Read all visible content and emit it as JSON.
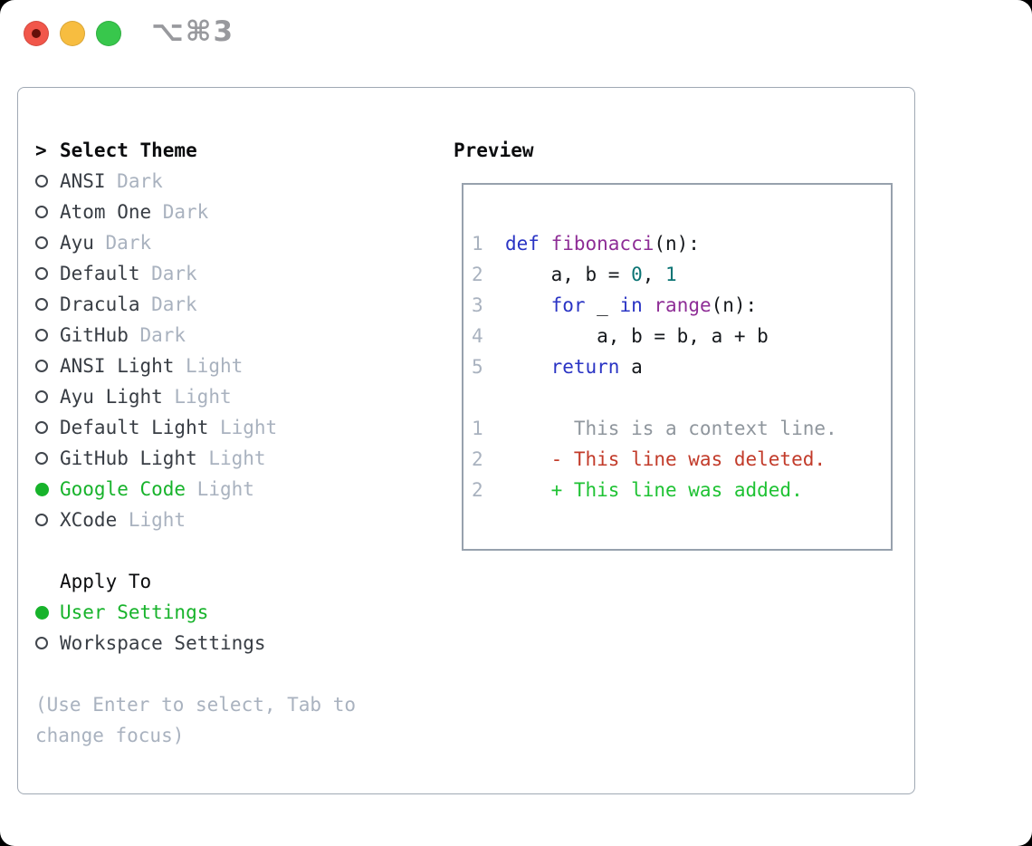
{
  "titlebar": {
    "shortcut_label": "⌥⌘3"
  },
  "select_theme": {
    "prompt": ">",
    "header": "Select Theme",
    "items": [
      {
        "name": "ANSI",
        "variant": "Dark",
        "selected": false
      },
      {
        "name": "Atom One",
        "variant": "Dark",
        "selected": false
      },
      {
        "name": "Ayu",
        "variant": "Dark",
        "selected": false
      },
      {
        "name": "Default",
        "variant": "Dark",
        "selected": false
      },
      {
        "name": "Dracula",
        "variant": "Dark",
        "selected": false
      },
      {
        "name": "GitHub",
        "variant": "Dark",
        "selected": false
      },
      {
        "name": "ANSI Light",
        "variant": "Light",
        "selected": false
      },
      {
        "name": "Ayu Light",
        "variant": "Light",
        "selected": false
      },
      {
        "name": "Default Light",
        "variant": "Light",
        "selected": false
      },
      {
        "name": "GitHub Light",
        "variant": "Light",
        "selected": false
      },
      {
        "name": "Google Code",
        "variant": "Light",
        "selected": true
      },
      {
        "name": "XCode",
        "variant": "Light",
        "selected": false
      }
    ]
  },
  "apply_to": {
    "header": "Apply To",
    "options": [
      {
        "label": "User Settings",
        "selected": true
      },
      {
        "label": "Workspace Settings",
        "selected": false
      }
    ]
  },
  "help": {
    "lines": [
      "(Use Enter to select, Tab to",
      "change focus)"
    ]
  },
  "preview": {
    "header": "Preview",
    "code_lines": [
      {
        "num": "1",
        "segments": [
          {
            "text": "def ",
            "style": "keyword"
          },
          {
            "text": "fibonacci",
            "style": "function"
          },
          {
            "text": "(n):",
            "style": "plain"
          }
        ]
      },
      {
        "num": "2",
        "segments": [
          {
            "text": "    a, b = ",
            "style": "plain"
          },
          {
            "text": "0",
            "style": "number"
          },
          {
            "text": ", ",
            "style": "plain"
          },
          {
            "text": "1",
            "style": "number"
          }
        ]
      },
      {
        "num": "3",
        "segments": [
          {
            "text": "    ",
            "style": "plain"
          },
          {
            "text": "for",
            "style": "keyword"
          },
          {
            "text": " _ ",
            "style": "plain"
          },
          {
            "text": "in",
            "style": "keyword"
          },
          {
            "text": " ",
            "style": "plain"
          },
          {
            "text": "range",
            "style": "function"
          },
          {
            "text": "(n):",
            "style": "plain"
          }
        ]
      },
      {
        "num": "4",
        "segments": [
          {
            "text": "        a, b = b, a + b",
            "style": "plain"
          }
        ]
      },
      {
        "num": "5",
        "segments": [
          {
            "text": "    ",
            "style": "plain"
          },
          {
            "text": "return",
            "style": "keyword"
          },
          {
            "text": " a",
            "style": "plain"
          }
        ]
      }
    ],
    "diff_lines": [
      {
        "num": "1",
        "segments": [
          {
            "text": "      This is a context line.",
            "style": "context"
          }
        ]
      },
      {
        "num": "2",
        "segments": [
          {
            "text": "    - This line was deleted.",
            "style": "deleted"
          }
        ]
      },
      {
        "num": "2",
        "segments": [
          {
            "text": "    + This line was added.",
            "style": "added"
          }
        ]
      }
    ]
  },
  "colors": {
    "accent_green": "#17b32b",
    "keyword": "#2a34c4",
    "function": "#8e2d96",
    "number": "#0b7474",
    "plain": "#15181c",
    "muted": "#a9b2bf",
    "item_text": "#383d44",
    "header": "#0b0c0e",
    "context": "#8f969d",
    "deleted": "#c23b2a",
    "added": "#1ec233",
    "panel_border": "#a0a9b4",
    "preview_border": "#97a1ad",
    "traffic_red": "#f1564a",
    "traffic_red_dot": "#65100a",
    "traffic_yellow": "#f7bd40",
    "traffic_green": "#38c74c",
    "shortcut_gray": "#98999d"
  }
}
